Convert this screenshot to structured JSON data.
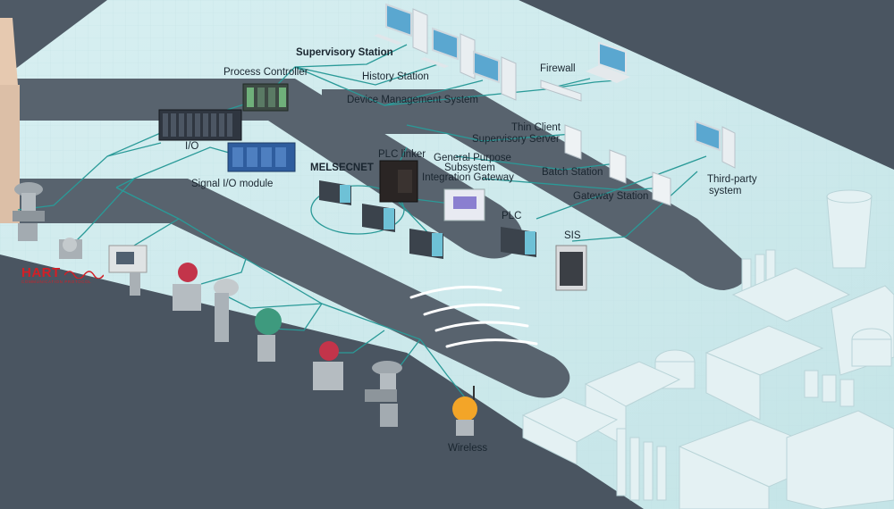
{
  "labels": {
    "supervisory_station": "Supervisory Station",
    "process_controller": "Process Controller",
    "history_station": "History Station",
    "device_management_system": "Device Management System",
    "firewall": "Firewall",
    "thin_client": "Thin Client",
    "supervisory_server": "Supervisory Server",
    "io": "I/O",
    "plc_linker": "PLC linker",
    "general_purpose": "General Purpose",
    "subsystem": "Subsystem",
    "integration_gateway": "Integration Gateway",
    "melsecnet": "MELSECNET",
    "batch_station": "Batch Station",
    "signal_io_module": "Signal I/O module",
    "gateway_station": "Gateway Station",
    "third_party_1": "Third-party",
    "third_party_2": "system",
    "plc": "PLC",
    "sis": "SIS",
    "wireless": "Wireless"
  },
  "logo": {
    "word": "HART",
    "sub": "COMMUNICATION PROTOCOL"
  },
  "colors": {
    "floor": "#cfeaec",
    "dark": "#4a5561",
    "cable": "#2a9a98",
    "bus": "#58636e",
    "hart_red": "#d21f26",
    "wireless_accent": "#f39c12"
  }
}
